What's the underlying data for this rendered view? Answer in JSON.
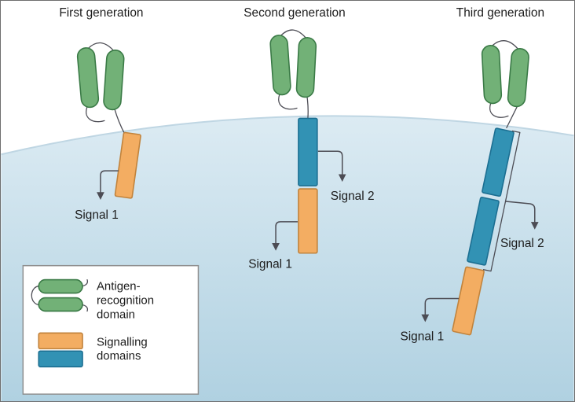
{
  "colors": {
    "green": "#72b177",
    "orange": "#f3ad62",
    "blue": "#3292b4",
    "line": "#4c4c54",
    "cell_top": "#dcebf3",
    "cell_bottom": "#b0d1e1",
    "text": "#1c1c1c"
  },
  "generations": [
    {
      "title": "First generation",
      "signal1": "Signal 1"
    },
    {
      "title": "Second generation",
      "signal1": "Signal 1",
      "signal2": "Signal 2"
    },
    {
      "title": "Third generation",
      "signal1": "Signal 1",
      "signal2": "Signal 2"
    }
  ],
  "legend": {
    "antigen": {
      "line1": "Antigen-",
      "line2": "recognition",
      "line3": "domain"
    },
    "signalling": {
      "line1": "Signalling",
      "line2": "domains"
    }
  }
}
